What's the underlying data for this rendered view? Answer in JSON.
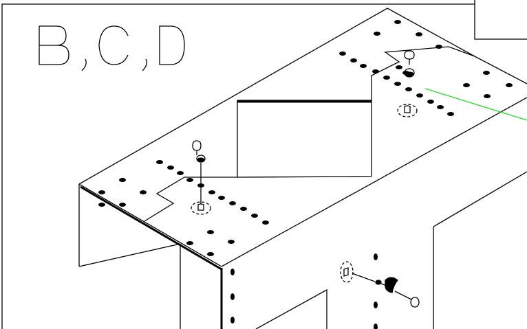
{
  "drawing": {
    "label_letters": [
      "B",
      "C",
      "D"
    ],
    "colors": {
      "line": "#000000",
      "leader_line": "#22dd22",
      "background": "#ffffff"
    }
  }
}
